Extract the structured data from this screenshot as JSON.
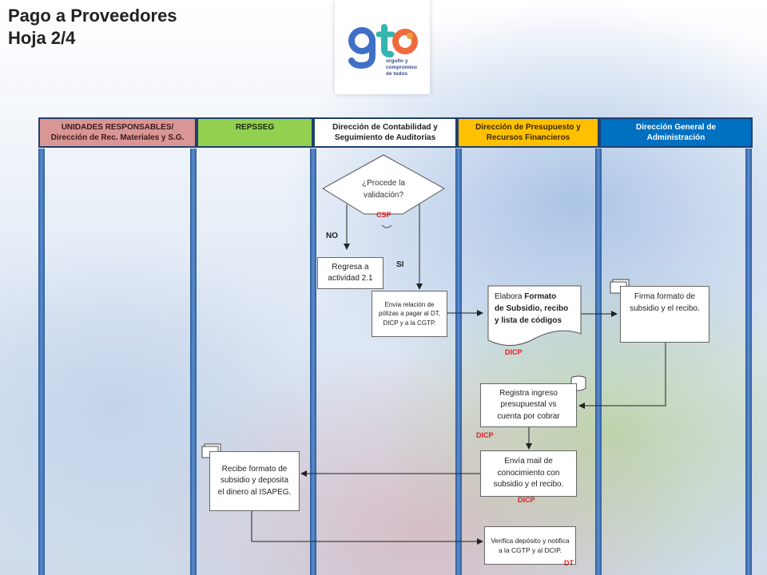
{
  "title": {
    "line1": "Pago a Proveedores",
    "line2": "Hoja 2/4"
  },
  "logo": {
    "wordmark": "gto",
    "tagline": [
      "orgullo y",
      "compromiso",
      "de todos"
    ]
  },
  "lanes": [
    {
      "line1": "UNIDADES RESPONSABLES/",
      "line2": "Dirección de Rec. Materiales y S.G.",
      "bg": "#d99694",
      "color": "#3a1a1a"
    },
    {
      "line1": "REPSSEG",
      "line2": "",
      "bg": "#92d050",
      "color": "#1a2a0a"
    },
    {
      "line1": "Dirección de Contabilidad y",
      "line2": "Seguimiento de Auditorías",
      "bg": "#ffffff",
      "color": "#222222"
    },
    {
      "line1": "Dirección de Presupuesto y",
      "line2": "Recursos Financieros",
      "bg": "#ffc000",
      "color": "#3a2a00"
    },
    {
      "line1": "Dirección General de",
      "line2": "Administración",
      "bg": "#0070c0",
      "color": "#ffffff"
    }
  ],
  "decision": {
    "question_1": "¿Procede la",
    "question_2": "validación?",
    "tag": "CSP",
    "no_label": "NO",
    "yes_label": "SI"
  },
  "steps": {
    "regresa": "Regresa a actividad 2.1",
    "envia_relacion": "Envía relación de pólizas a pagar al DT, DICP y a la CGTP.",
    "elabora_prefix": "Elabora ",
    "elabora_bold1": "Formato",
    "elabora_bold2": "de Subsidio, recibo",
    "elabora_bold3": "y lista de códigos",
    "firma": "Firma formato de subsidio y el recibo.",
    "registra": "Registra ingreso presupuestal vs cuenta por cobrar",
    "envia_mail": "Envía mail de conocimiento con subsidio y el recibo.",
    "recibe": "Recibe formato de subsidio y deposita el dinero al ISAPEG.",
    "verifica": "Verifica depósito y notifica a la CGTP y al DCIP."
  },
  "tags": {
    "dicp_1": "DICP",
    "dicp_2": "DICP",
    "dicp_3": "DICP",
    "dt": "DT"
  },
  "colors": {
    "lane_border": "#1f3f6f",
    "pillar": "#3b6fb3",
    "tag_red": "#e02020"
  }
}
